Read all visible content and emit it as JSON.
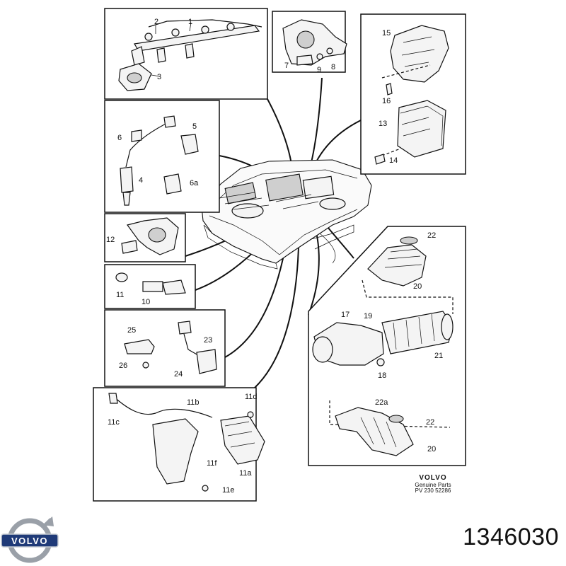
{
  "callouts": {
    "p1": "1",
    "p2": "2",
    "p3": "3",
    "p4": "4",
    "p5": "5",
    "p6": "6",
    "p6a": "6a",
    "p7": "7",
    "p8": "8",
    "p9": "9",
    "p10": "10",
    "p11": "11",
    "p11a": "11a",
    "p11b": "11b",
    "p11c": "11c",
    "p11d": "11d",
    "p11e": "11e",
    "p11f": "11f",
    "p12": "12",
    "p13": "13",
    "p14": "14",
    "p15": "15",
    "p16": "16",
    "p17": "17",
    "p18": "18",
    "p19": "19",
    "p20a": "20",
    "p20b": "20",
    "p21": "21",
    "p22a": "22",
    "p22b": "22",
    "p22c": "22a",
    "p23": "23",
    "p24": "24",
    "p25": "25",
    "p26": "26"
  },
  "stamp": {
    "brand": "VOLVO",
    "subtitle": "Genuine Parts",
    "code": "PV 230 52286"
  },
  "logo": {
    "text": "VOLVO"
  },
  "part_number": "1346030",
  "colors": {
    "ink": "#111111",
    "logo_blue": "#1f3a78",
    "logo_silver": "#9aa0a8"
  }
}
